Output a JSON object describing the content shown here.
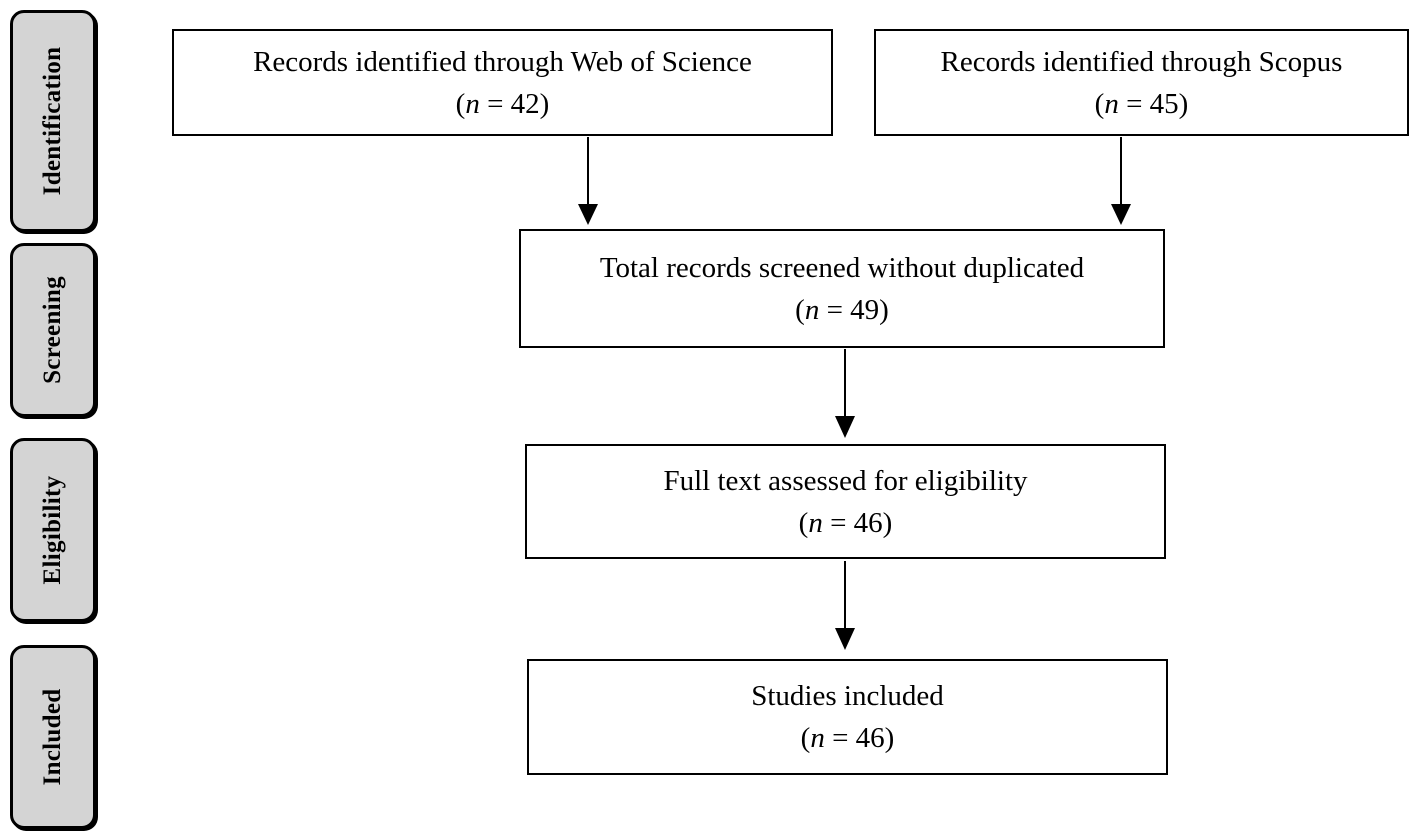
{
  "stages": {
    "identification": "Identification",
    "screening": "Screening",
    "eligibility": "Eligibility",
    "included": "Included"
  },
  "boxes": {
    "wos": {
      "title": "Records identified through Web of Science",
      "n_prefix": "(",
      "n_var": "n",
      "n_value": " = 42)"
    },
    "scopus": {
      "title": "Records identified through Scopus",
      "n_prefix": "(",
      "n_var": "n",
      "n_value": " = 45)"
    },
    "screened": {
      "title": "Total records screened without duplicated",
      "n_prefix": "(",
      "n_var": "n",
      "n_value": " = 49)"
    },
    "fulltext": {
      "title": "Full text assessed for eligibility",
      "n_prefix": "(",
      "n_var": "n",
      "n_value": " = 46)"
    },
    "included": {
      "title": "Studies included",
      "n_prefix": "(",
      "n_var": "n",
      "n_value": " = 46)"
    }
  },
  "colors": {
    "stage_fill": "#d4d4d4",
    "border": "#000000",
    "background": "#ffffff"
  }
}
